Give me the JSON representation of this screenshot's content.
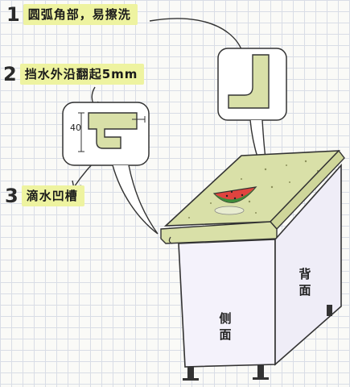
{
  "notes": [
    {
      "number": "1",
      "text": "圆弧角部，易擦洗"
    },
    {
      "number": "2",
      "text": "挡水外沿翻起5mm"
    },
    {
      "number": "3",
      "text": "滴水凹槽"
    }
  ],
  "dimension": "40",
  "sides": {
    "back": "背面",
    "left": "侧面"
  },
  "colors": {
    "highlight": "#eef3a0",
    "countertop": "#d9e0a8",
    "cabinet": "#f4f2fb",
    "watermelon_rind": "#3e8a3a",
    "watermelon_flesh": "#e0433f"
  }
}
